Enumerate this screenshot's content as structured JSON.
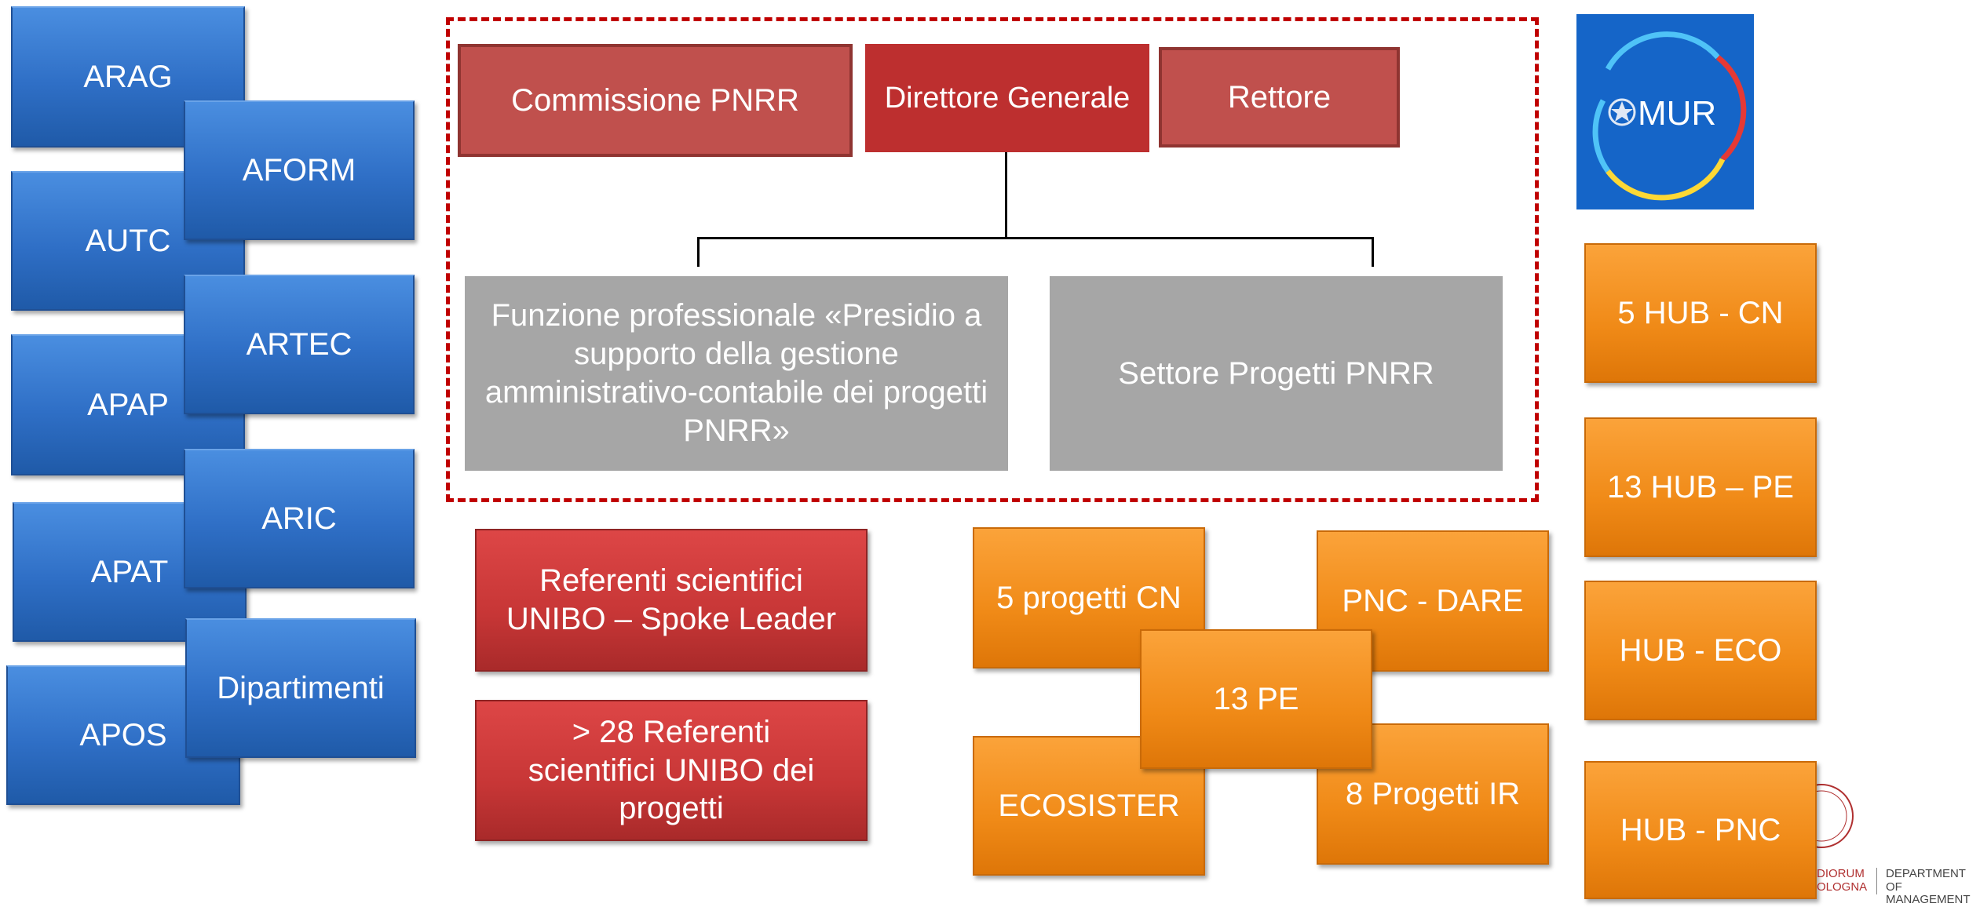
{
  "left_column": [
    "ARAG",
    "AFORM",
    "AUTC",
    "ARTEC",
    "APAP",
    "ARIC",
    "APAT",
    "Dipartimenti",
    "APOS"
  ],
  "governance": {
    "commissione": "Commissione PNRR",
    "direttore": "Direttore Generale",
    "rettore": "Rettore",
    "funzione": "Funzione professionale «Presidio a supporto della gestione amministrativo-contabile dei progetti PNRR»",
    "settore": "Settore Progetti PNRR"
  },
  "referenti": {
    "spoke": "Referenti scientifici UNIBO – Spoke Leader",
    "progetti": "> 28 Referenti scientifici UNIBO dei progetti"
  },
  "projects": {
    "cn": "5 progetti CN",
    "dare": "PNC - DARE",
    "pe": "13 PE",
    "ecosister": "ECOSISTER",
    "ir": "8 Progetti IR"
  },
  "mur": {
    "label": "MUR"
  },
  "hubs": [
    "5 HUB - CN",
    "13 HUB – PE",
    "HUB - ECO",
    "HUB - PNC"
  ],
  "footer": {
    "unibo_line1": "DIORUM",
    "unibo_line2": "OLOGNA",
    "dept_line1": "DEPARTMENT",
    "dept_line2": "OF MANAGEMENT"
  },
  "colors": {
    "blue": "#2f6fc6",
    "orange": "#f08a17",
    "red": "#c73636",
    "grey": "#a6a6a6",
    "dashed_border": "#c00000",
    "mur_bg": "#1565c8"
  }
}
